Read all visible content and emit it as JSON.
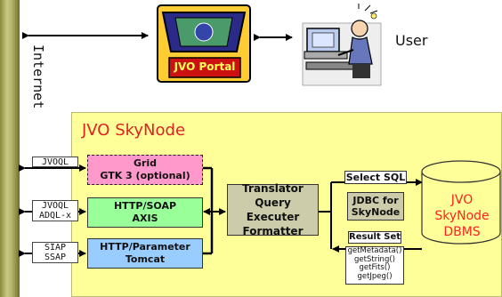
{
  "side_label": "Internet",
  "portal": {
    "label": "JVO Portal"
  },
  "user": {
    "label": "User"
  },
  "skynode": {
    "title": "JVO SkyNode"
  },
  "protocol_tags": [
    {
      "lines": [
        "JVOQL"
      ]
    },
    {
      "lines": [
        "JVOQL",
        "ADQL-x"
      ]
    },
    {
      "lines": [
        "SIAP",
        "SSAP"
      ]
    }
  ],
  "services": [
    {
      "lines": [
        "Grid",
        "GTK 3 (optional)"
      ],
      "color": "#ff99cc"
    },
    {
      "lines": [
        "HTTP/SOAP",
        "AXIS"
      ],
      "color": "#99ff99"
    },
    {
      "lines": [
        "HTTP/Parameter",
        "Tomcat"
      ],
      "color": "#99ccff"
    }
  ],
  "translator": {
    "lines": [
      "Translator",
      "Query Executer",
      "Formatter"
    ]
  },
  "select_sql": "Select SQL",
  "jdbc": {
    "lines": [
      "JDBC for",
      "SkyNode"
    ]
  },
  "result_set": {
    "title": "Result Set",
    "methods": [
      "getMetadata()",
      "getString()",
      "getFits()",
      "getJpeg()"
    ]
  },
  "dbms": {
    "lines": [
      "JVO",
      "SkyNode",
      "DBMS"
    ]
  },
  "colors": {
    "panel": "#ffff99",
    "translator": "#ccccaa",
    "dbms_text": "#ff2222",
    "title": "#dd2222"
  }
}
